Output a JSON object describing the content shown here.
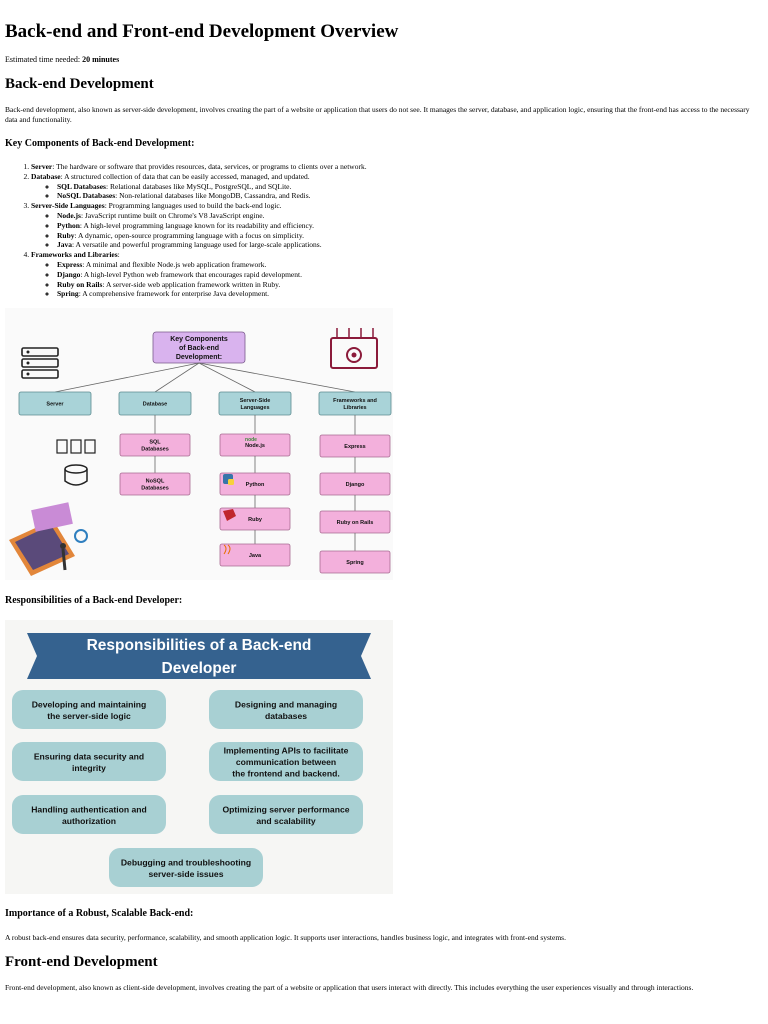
{
  "title": "Back-end and Front-end Development Overview",
  "meta": {
    "label": "Estimated time needed:",
    "value": "20 minutes"
  },
  "backend": {
    "heading": "Back-end Development",
    "intro": "Back-end development, also known as server-side development, involves creating the part of a website or application that users do not see. It manages the server, database, and application logic, ensuring that the front-end has access to the necessary data and functionality.",
    "components_heading": "Key Components of Back-end Development:",
    "components": [
      {
        "term": "Server",
        "desc": ": The hardware or software that provides resources, data, services, or programs to clients over a network.",
        "sub": []
      },
      {
        "term": "Database",
        "desc": ": A structured collection of data that can be easily accessed, managed, and updated.",
        "sub": [
          {
            "term": "SQL Databases",
            "desc": ": Relational databases like MySQL, PostgreSQL, and SQLite."
          },
          {
            "term": "NoSQL Databases",
            "desc": ": Non-relational databases like MongoDB, Cassandra, and Redis."
          }
        ]
      },
      {
        "term": "Server-Side Languages",
        "desc": ": Programming languages used to build the back-end logic.",
        "sub": [
          {
            "term": "Node.js",
            "desc": ": JavaScript runtime built on Chrome's V8 JavaScript engine."
          },
          {
            "term": "Python",
            "desc": ": A high-level programming language known for its readability and efficiency."
          },
          {
            "term": "Ruby",
            "desc": ": A dynamic, open-source programming language with a focus on simplicity."
          },
          {
            "term": "Java",
            "desc": ": A versatile and powerful programming language used for large-scale applications."
          }
        ]
      },
      {
        "term": "Frameworks and Libraries",
        "desc": ":",
        "sub": [
          {
            "term": "Express",
            "desc": ": A minimal and flexible Node.js web application framework."
          },
          {
            "term": "Django",
            "desc": ": A high-level Python web framework that encourages rapid development."
          },
          {
            "term": "Ruby on Rails",
            "desc": ": A server-side web application framework written in Ruby."
          },
          {
            "term": "Spring",
            "desc": ": A comprehensive framework for enterprise Java development."
          }
        ]
      }
    ],
    "diagram": {
      "root": [
        "Key Components",
        "of Back-end",
        "Development:"
      ],
      "categories": [
        {
          "label": [
            "Server"
          ],
          "children": []
        },
        {
          "label": [
            "Database"
          ],
          "children": [
            [
              "SQL",
              "Databases"
            ],
            [
              "NoSQL",
              "Databases"
            ]
          ]
        },
        {
          "label": [
            "Server-Side",
            "Languages"
          ],
          "children": [
            [
              "Node.js"
            ],
            [
              "Python"
            ],
            [
              "Ruby"
            ],
            [
              "Java"
            ]
          ]
        },
        {
          "label": [
            "Frameworks and",
            "Libraries"
          ],
          "children": [
            [
              "Express"
            ],
            [
              "Django"
            ],
            [
              "Ruby on Rails"
            ],
            [
              "Spring"
            ]
          ]
        }
      ],
      "nodejs_logo": "node",
      "colors": {
        "root": "#d9b3ee",
        "category": "#a9d3d8",
        "child": "#f3b0dc",
        "accent": "#8b1a3a"
      }
    },
    "responsibilities_heading": "Responsibilities of a Back-end Developer:",
    "responsibilities_graphic": {
      "banner": [
        "Responsibilities of a Back-end",
        "Developer"
      ],
      "items": [
        [
          "Developing and maintaining",
          "the server-side logic"
        ],
        [
          "Designing and managing",
          "databases"
        ],
        [
          "Ensuring data security and",
          "integrity"
        ],
        [
          "Implementing APIs to facilitate",
          "communication between",
          "the frontend and backend."
        ],
        [
          "Handling authentication and",
          "authorization"
        ],
        [
          "Optimizing server performance",
          "and scalability"
        ],
        [
          "Debugging and troubleshooting",
          "server-side issues"
        ]
      ],
      "colors": {
        "banner": "#35628f",
        "item": "#a8d0d3"
      }
    },
    "importance_heading": "Importance of a Robust, Scalable Back-end:",
    "importance_text": "A robust back-end ensures data security, performance, scalability, and smooth application logic. It supports user interactions, handles business logic, and integrates with front-end systems."
  },
  "frontend": {
    "heading": "Front-end Development",
    "intro": "Front-end development, also known as client-side development, involves creating the part of a website or application that users interact with directly. This includes everything the user experiences visually and through interactions."
  }
}
